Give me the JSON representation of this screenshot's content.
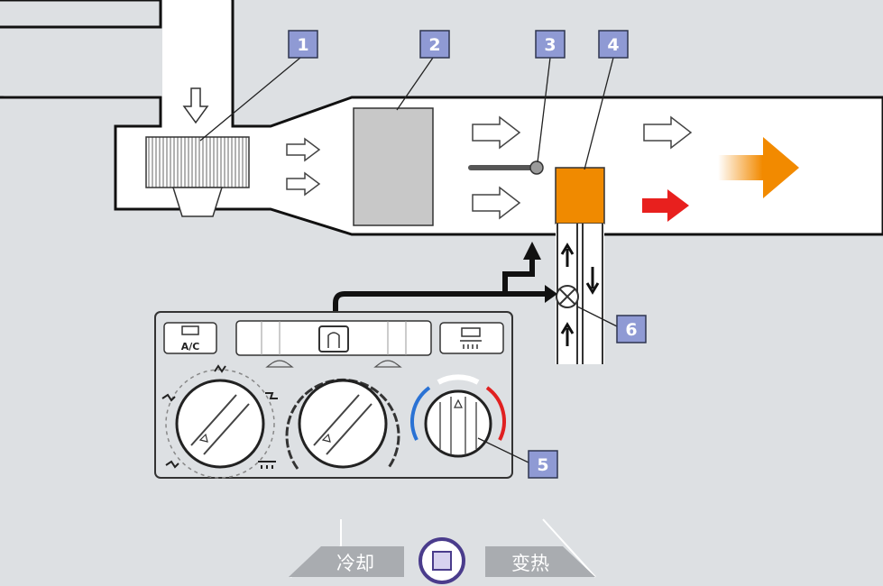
{
  "diagram": {
    "callouts": [
      {
        "id": "callout-1",
        "label": "1"
      },
      {
        "id": "callout-2",
        "label": "2"
      },
      {
        "id": "callout-3",
        "label": "3"
      },
      {
        "id": "callout-4",
        "label": "4"
      },
      {
        "id": "callout-5",
        "label": "5"
      },
      {
        "id": "callout-6",
        "label": "6"
      }
    ],
    "control_panel": {
      "ac_button_label": "A/C"
    }
  },
  "controls": {
    "cool_label": "冷却",
    "warm_label": "变热",
    "stop_icon": "stop-square-icon"
  },
  "colors": {
    "background": "#dde0e3",
    "duct_fill": "#ffffff",
    "callout_fill": "#8f9ad4",
    "heater_core": "#f08a00",
    "hot_arrow": "#e8201e",
    "blend_arrow": "#f28a00",
    "evaporator": "#c8c8c8",
    "cold_arc": "#2a72d4",
    "hot_arc": "#e02020",
    "stop_button_border": "#4a3c8c"
  }
}
